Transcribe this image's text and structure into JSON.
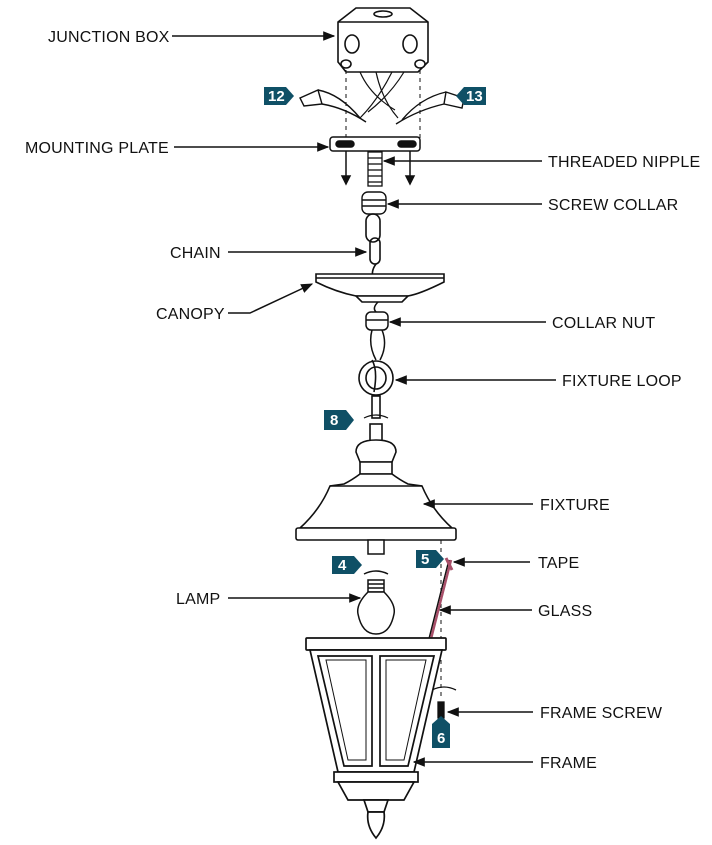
{
  "labels": {
    "junction_box": "JUNCTION BOX",
    "mounting_plate": "MOUNTING PLATE",
    "threaded_nipple": "THREADED NIPPLE",
    "screw_collar": "SCREW COLLAR",
    "chain": "CHAIN",
    "canopy": "CANOPY",
    "collar_nut": "COLLAR NUT",
    "fixture_loop": "FIXTURE LOOP",
    "fixture": "FIXTURE",
    "tape": "TAPE",
    "lamp": "LAMP",
    "glass": "GLASS",
    "frame_screw": "FRAME SCREW",
    "frame": "FRAME"
  },
  "steps": {
    "s12": "12",
    "s13": "13",
    "s8": "8",
    "s4": "4",
    "s5": "5",
    "s6": "6"
  },
  "colors": {
    "badge": "#0f5066",
    "line": "#111111",
    "tape": "#a8506a"
  }
}
